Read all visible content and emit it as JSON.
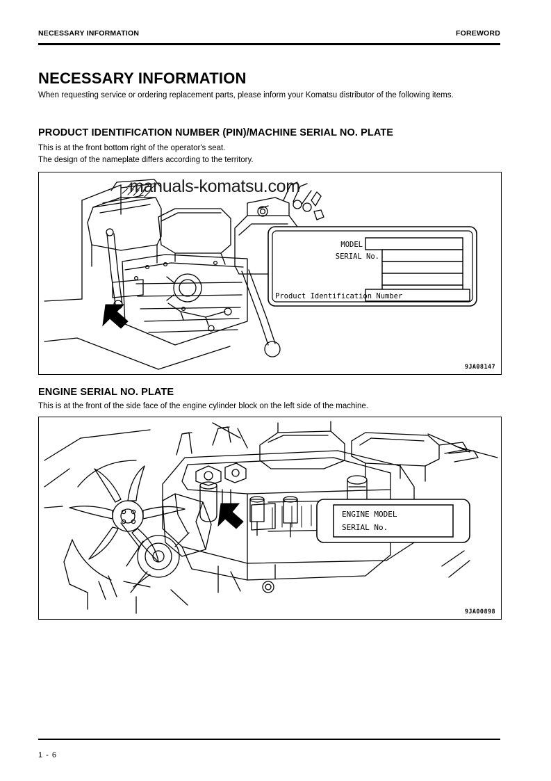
{
  "header": {
    "left": "NECESSARY INFORMATION",
    "right": "FOREWORD"
  },
  "title": "NECESSARY INFORMATION",
  "intro": "When requesting service or ordering replacement parts, please inform your Komatsu distributor of the following items.",
  "sections": [
    {
      "heading": "PRODUCT IDENTIFICATION NUMBER (PIN)/MACHINE SERIAL NO. PLATE",
      "line1": "This is at the front bottom right of the operator's seat.",
      "line2": "The design of the nameplate differs according to the territory.",
      "figure_code": "9JA08147",
      "plate": {
        "model_label": "MODEL",
        "serial_label": "SERIAL No.",
        "pin_label": "Product Identification Number"
      }
    },
    {
      "heading": "ENGINE SERIAL NO. PLATE",
      "line1": "This is at the front of the side face of the engine cylinder block on the left side of the machine.",
      "figure_code": "9JA00898",
      "plate": {
        "engine_model_label": "ENGINE MODEL",
        "serial_label": "SERIAL No."
      }
    }
  ],
  "watermark": "manuals-komatsu.com",
  "footer": {
    "page_number": "1 - 6"
  }
}
